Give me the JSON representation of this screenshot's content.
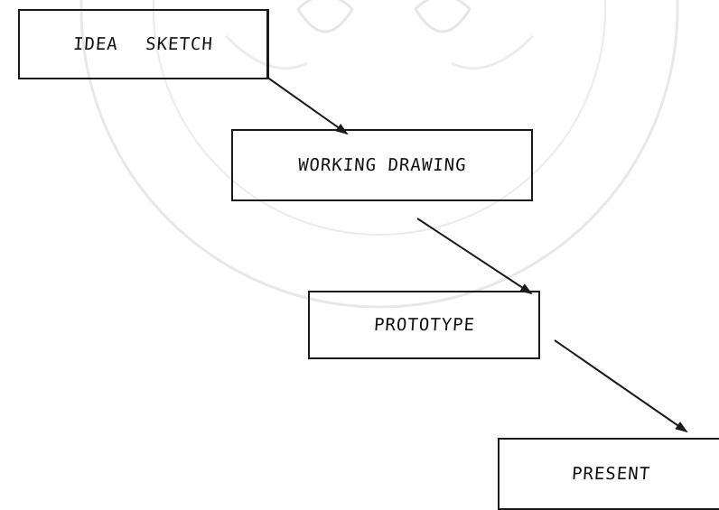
{
  "diagram": {
    "steps": [
      {
        "label": "IDEA SKETCH"
      },
      {
        "label": "WORKING DRAWING"
      },
      {
        "label": "PROTOTYPE"
      },
      {
        "label": "PRESENT"
      }
    ]
  },
  "colors": {
    "ink": "#1a1a1a",
    "background": "#ffffff",
    "watermark": "#e6e6e6"
  }
}
